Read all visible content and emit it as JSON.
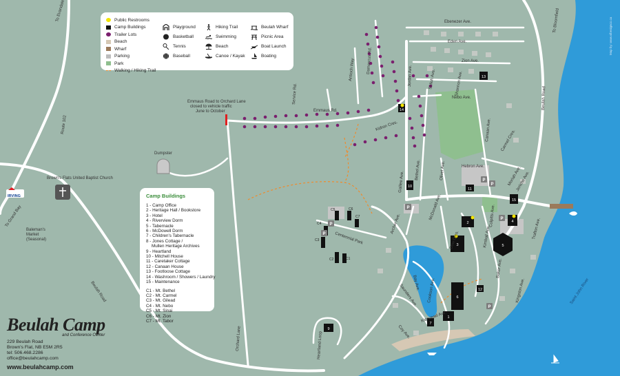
{
  "title": "Beulah Camp",
  "credit": "Map by: www.vibesignco.ca",
  "legend": {
    "left": [
      {
        "label": "Public Restrooms",
        "color": "#f2e400",
        "shape": "dot"
      },
      {
        "label": "Camp Buildings",
        "color": "#111111",
        "shape": "square"
      },
      {
        "label": "Trailer Lots",
        "color": "#7a1f6e",
        "shape": "dot"
      },
      {
        "label": "Beach",
        "color": "#d6c8b4",
        "shape": "square"
      },
      {
        "label": "Wharf",
        "color": "#9b7a5a",
        "shape": "square"
      },
      {
        "label": "Parking",
        "color": "#bdbdbd",
        "shape": "square"
      },
      {
        "label": "Park",
        "color": "#8fbf8f",
        "shape": "square"
      },
      {
        "label": "Walking / Hiking Trail",
        "color": "#f08a2a",
        "shape": "dash"
      }
    ],
    "mid": [
      {
        "label": "Playground",
        "icon": "playground-icon"
      },
      {
        "label": "Basketball",
        "icon": "basketball-icon"
      },
      {
        "label": "Tennis",
        "icon": "tennis-icon"
      },
      {
        "label": "Baseball",
        "icon": "baseball-icon"
      }
    ],
    "mid2": [
      {
        "label": "Hiking Trail",
        "icon": "hiker-icon"
      },
      {
        "label": "Swimming",
        "icon": "swimmer-icon"
      },
      {
        "label": "Beach",
        "icon": "beach-umbrella-icon"
      },
      {
        "label": "Canoe / Kayak",
        "icon": "canoe-icon"
      }
    ],
    "right": [
      {
        "label": "Beulah Wharf",
        "icon": "wharf-icon"
      },
      {
        "label": "Picnic Area",
        "icon": "picnic-table-icon"
      },
      {
        "label": "Boat Launch",
        "icon": "boat-launch-icon"
      },
      {
        "label": "Boating",
        "icon": "sailboat-icon"
      }
    ]
  },
  "camp_buildings": {
    "heading": "Camp Buildings",
    "items": [
      "1 - Camp Office",
      "2 - Heritage Hall / Bookstore",
      "3 - Hotel",
      "4 - Riverview Dorm",
      "5 - Tabernacle",
      "6 - McDowell Dorm",
      "7 - Children's Tabernacle",
      "8 - Jones Cottage /",
      "   Mullen Heritage Archives",
      "9 - Heartland",
      "10 - Mitchell House",
      "11 - Caretaker Cottage",
      "12 - Canaan House",
      "13 - Footloose Cottage",
      "14 - Washroom / Showers / Laundry",
      "15 - Maintenance",
      "",
      "C1 - Mt. Bethel",
      "C2 - Mt. Carmel",
      "C3 - Mt. Gilead",
      "C4 - Mt. Nebo",
      "C5 - Mt. Sinai",
      "C6 - Mt. Zion",
      "C7 - Mt. Tabor"
    ]
  },
  "contact": {
    "logo": "Beulah Camp",
    "tagline": "and Conference Center",
    "address1": "229 Beulah Road",
    "address2": "Brown's Flat, NB E5M 2R5",
    "phone": "tel: 506.468.2286",
    "email": "office@beulahcamp.com",
    "website": "www.beulahcamp.com"
  },
  "notice": [
    "Emmaus Road to Orchard Lane",
    "closed to vehicle traffic",
    "June to October"
  ],
  "roads": {
    "to_evandale": "To Evandale",
    "route_102": "Route 102",
    "to_grand_bay": "To Grand Bay",
    "beulah_road_left": "Beulah Road",
    "beulah_road_right": "Beulah Road",
    "to_bloomfield": "To Bloomfield",
    "orchard_lane": "Orchard Lane",
    "emmaus": "Emmaus Rd.",
    "service": "Service Rd.",
    "antioch": "Antioch Way",
    "damascus": "Damascus Rd.",
    "jordan": "Jordan Ave.",
    "shiloh": "Shiloh Ave.",
    "shannon": "Shannon Ave.",
    "nebo": "Nebo Ave.",
    "zion": "Zion Ave.",
    "eden": "Eden Ave.",
    "ebenezer": "Ebenezer Ave.",
    "kidron": "Kidron Cres.",
    "canaan": "Canaan Ave.",
    "carmel": "Carmel Cres.",
    "hebron": "Hebron Ave.",
    "moriah": "Moriah Ave.",
    "jericho": "Jericho Ave.",
    "bethel": "Bethel Ave.",
    "olivet": "Olivet Ave.",
    "galilee": "Galilee Ave.",
    "archer": "Archer Ave.",
    "mcdonald": "McDonald Ave.",
    "colpitts": "Colpitts Ave.",
    "dow": "Dow Cres.",
    "kimball": "Kimball Ave.",
    "trafton": "Trafton Ave.",
    "baker": "Baker Ave.",
    "kingston": "Kingston Ave.",
    "bay": "Bay Ave.",
    "saunders": "Saunders Ave.",
    "centennial": "Centennial Park",
    "cookson": "Cookson Ave.",
    "kierstead": "Kierstead Ave.",
    "coy": "Coy Ave.",
    "heartland": "Heartland Loop",
    "river": "Saint John River"
  },
  "places": {
    "dumpster": "Dumpster",
    "church": "Brown's Flats United Baptist Church",
    "market1": "Baleman's",
    "market2": "Market",
    "market3": "(Seasonal)",
    "gas": "IRVING"
  },
  "markers": {
    "b1": "1",
    "b2": "2",
    "b3": "3",
    "b4": "4",
    "b5": "5",
    "b6": "6",
    "b7": "7",
    "b9": "9",
    "b10": "10",
    "b11": "11",
    "b12": "12",
    "b13": "13",
    "b14": "14",
    "b15": "15",
    "c1": "C1",
    "c2": "C2",
    "c3": "C3",
    "c4": "C4",
    "c5": "C5",
    "c6": "C6",
    "c7": "C7",
    "p": "P"
  },
  "colors": {
    "land": "#9fb8ac",
    "road": "#ffffff",
    "water": "#2f9bd9",
    "park": "#8fbf8f",
    "trailer": "#7a1f6e",
    "trail": "#f08a2a",
    "building": "#111111",
    "restroom": "#f2e400"
  }
}
